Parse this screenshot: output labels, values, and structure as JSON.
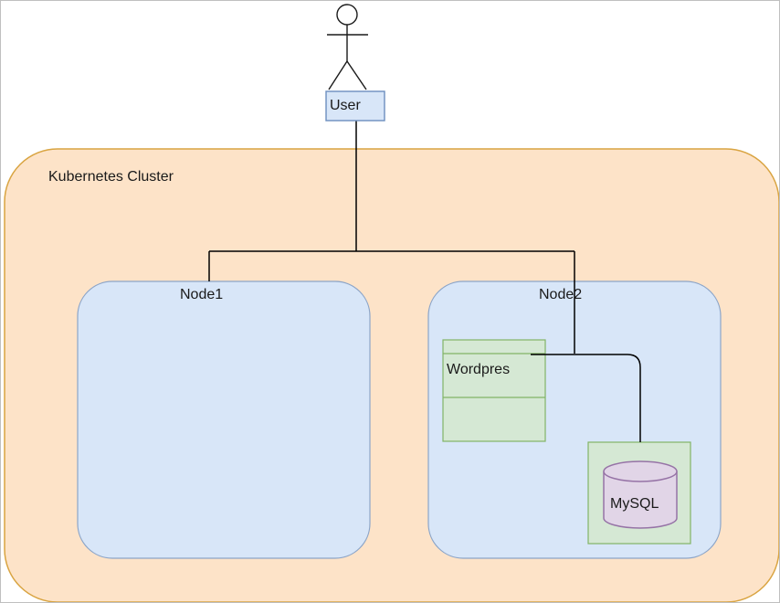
{
  "diagram": {
    "actor": {
      "label": "User"
    },
    "cluster": {
      "label": "Kubernetes Cluster"
    },
    "nodes": [
      {
        "label": "Node1"
      },
      {
        "label": "Node2"
      }
    ],
    "pod": {
      "label": "Wordpres"
    },
    "database": {
      "label": "MySQL"
    }
  },
  "colors": {
    "cluster_fill": "#fde3c8",
    "cluster_stroke": "#d9a441",
    "node_fill": "#d8e6f8",
    "node_stroke": "#8ca5c8",
    "user_fill": "#d8e6f8",
    "user_stroke": "#6c8ebf",
    "pod_fill": "#d5e8d4",
    "pod_stroke": "#82b366",
    "db_fill": "#e1d5e7",
    "db_stroke": "#9673a6",
    "line": "#000000"
  },
  "icons": {
    "actor": "person-stick-figure-icon",
    "database": "database-cylinder-icon"
  }
}
